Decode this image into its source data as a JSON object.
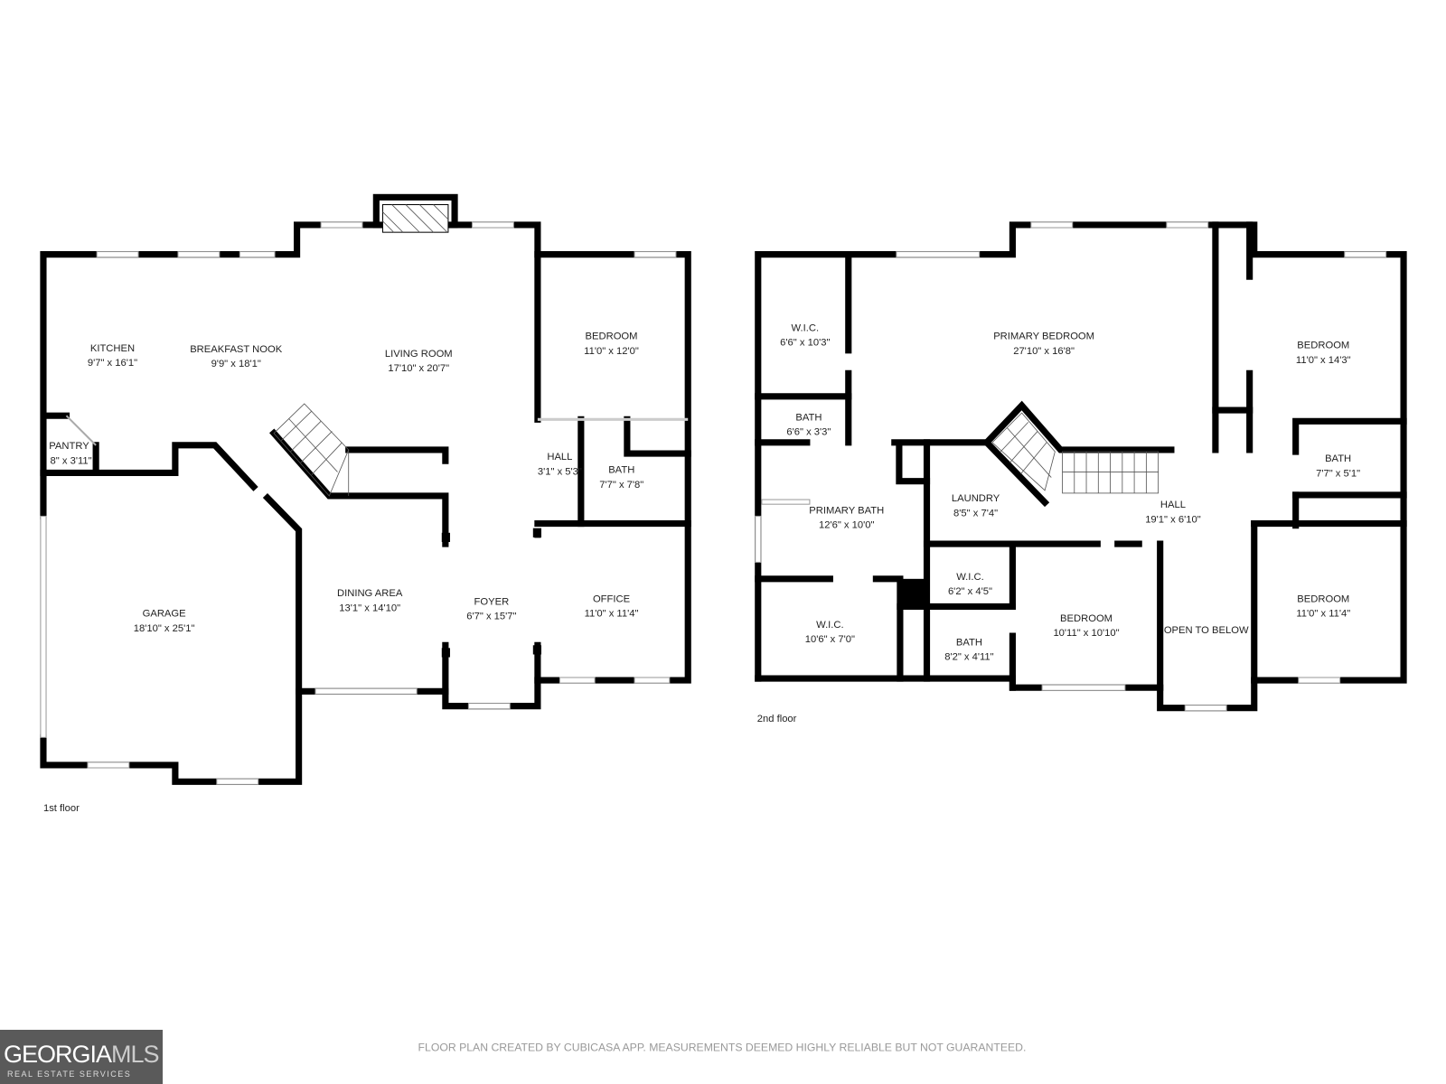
{
  "floor1": {
    "label": "1st floor",
    "rooms": [
      {
        "name": "KITCHEN",
        "size": "9'7\" x 16'1\""
      },
      {
        "name": "BREAKFAST NOOK",
        "size": "9'9\" x 18'1\""
      },
      {
        "name": "LIVING ROOM",
        "size": "17'10\" x 20'7\""
      },
      {
        "name": "BEDROOM",
        "size": "11'0\" x 12'0\""
      },
      {
        "name": "PANTRY",
        "size": "8\" x 3'11\""
      },
      {
        "name": "HALL",
        "size": "3'1\" x 5'3\""
      },
      {
        "name": "BATH",
        "size": "7'7\" x 7'8\""
      },
      {
        "name": "GARAGE",
        "size": "18'10\" x 25'1\""
      },
      {
        "name": "DINING AREA",
        "size": "13'1\" x 14'10\""
      },
      {
        "name": "FOYER",
        "size": "6'7\" x 15'7\""
      },
      {
        "name": "OFFICE",
        "size": "11'0\" x 11'4\""
      }
    ]
  },
  "floor2": {
    "label": "2nd floor",
    "rooms": [
      {
        "name": "W.I.C.",
        "size": "6'6\" x 10'3\""
      },
      {
        "name": "PRIMARY BEDROOM",
        "size": "27'10\" x 16'8\""
      },
      {
        "name": "BEDROOM",
        "size": "11'0\" x 14'3\""
      },
      {
        "name": "BATH",
        "size": "6'6\" x 3'3\""
      },
      {
        "name": "BATH",
        "size": "7'7\" x 5'1\""
      },
      {
        "name": "PRIMARY BATH",
        "size": "12'6\" x 10'0\""
      },
      {
        "name": "LAUNDRY",
        "size": "8'5\" x 7'4\""
      },
      {
        "name": "HALL",
        "size": "19'1\" x 6'10\""
      },
      {
        "name": "W.I.C.",
        "size": "6'2\" x 4'5\""
      },
      {
        "name": "W.I.C.",
        "size": "10'6\" x 7'0\""
      },
      {
        "name": "BATH",
        "size": "8'2\" x 4'11\""
      },
      {
        "name": "BEDROOM",
        "size": "10'11\" x 10'10\""
      },
      {
        "name": "OPEN TO BELOW",
        "size": ""
      },
      {
        "name": "BEDROOM",
        "size": "11'0\" x 11'4\""
      }
    ]
  },
  "footer": {
    "disclaimer": "FLOOR PLAN CREATED BY CUBICASA APP. MEASUREMENTS DEEMED HIGHLY RELIABLE BUT NOT GUARANTEED.",
    "logo_main": "GEORGIA",
    "logo_accent": "MLS",
    "logo_sub": "REAL ESTATE SERVICES"
  },
  "colors": {
    "walls": "#000000",
    "text": "#222222",
    "disclaimer": "#999999",
    "logo_bg": "#5a5a5a"
  }
}
